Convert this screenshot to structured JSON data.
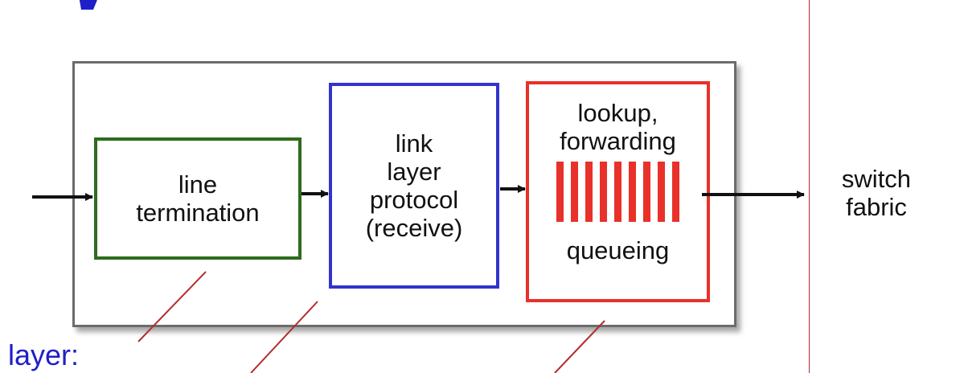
{
  "boxes": {
    "line_termination": {
      "line1": "line",
      "line2": "termination"
    },
    "link_layer": {
      "line1": "link",
      "line2": "layer",
      "line3": "protocol",
      "line4": "(receive)"
    },
    "lookup": {
      "line1": "lookup,",
      "line2": "forwarding",
      "line3": "queueing"
    }
  },
  "switch_fabric": {
    "line1": "switch",
    "line2": "fabric"
  },
  "caption_fragment": "l layer:",
  "colors": {
    "green_box": "#2e6b1f",
    "blue_box": "#3333cc",
    "red_box": "#e8312a",
    "caption": "#1f1fc8",
    "pointer_lines": "#b32d2d"
  }
}
